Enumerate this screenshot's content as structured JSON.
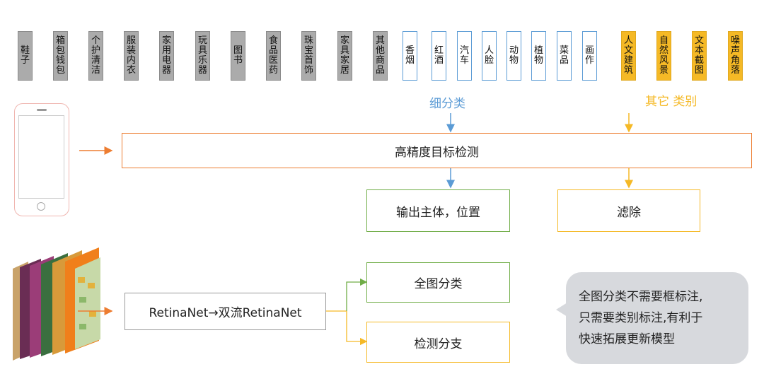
{
  "categories_gray": [
    "鞋子",
    "箱包钱包",
    "个护清洁",
    "服装内衣",
    "家用电器",
    "玩具乐器",
    "图书",
    "食品医药",
    "珠宝首饰",
    "家具家居",
    "其他商品"
  ],
  "categories_blue": [
    "香烟",
    "红酒",
    "汽车",
    "人脸",
    "动物",
    "植物",
    "菜品",
    "画作"
  ],
  "categories_orange": [
    "人文建筑",
    "自然风景",
    "文本截图",
    "噪声角落"
  ],
  "labels": {
    "fine_class": "细分类",
    "other_class": "其它 类别"
  },
  "boxes": {
    "detection": "高精度目标检测",
    "output": "输出主体，位置",
    "filter": "滤除",
    "retina": "RetinaNet→双流RetinaNet",
    "full_class": "全图分类",
    "detect_branch": "检测分支"
  },
  "bubble": {
    "line1": "全图分类不需要框标注,",
    "line2": "只需要类别标注,有利于",
    "line3": "快速拓展更新模型"
  },
  "colors": {
    "gray_box": "#ababab",
    "blue": "#5b9bd5",
    "orange": "#f5b926",
    "arrow_orange": "#ed7d31",
    "green": "#70ad47",
    "bubble": "#d7d9dd"
  }
}
